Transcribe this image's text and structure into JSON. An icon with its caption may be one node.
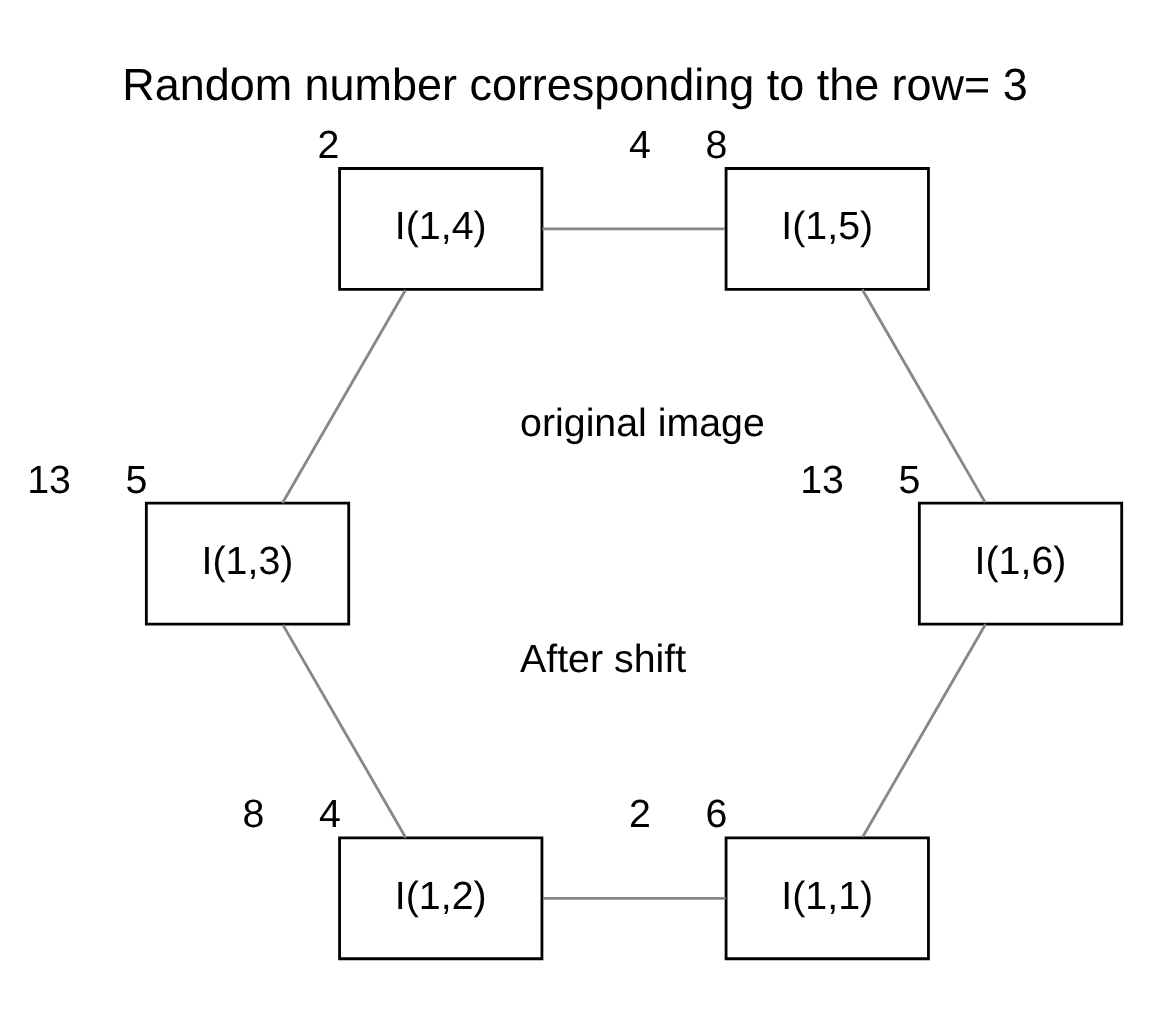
{
  "diagram": {
    "title": "Random number corresponding to the row= 3",
    "nodes": [
      {
        "text": [
          "I(1,1)"
        ],
        "beside": [
          "2",
          "6"
        ]
      },
      {
        "text": [
          "I(1,2)"
        ],
        "beside": [
          "8",
          "4"
        ]
      },
      {
        "text": [
          "I(1,3)"
        ],
        "beside": [
          "13",
          "5"
        ]
      },
      {
        "text": [
          "I(1,4)"
        ],
        "beside": [
          "2"
        ]
      },
      {
        "text": [
          "I(1,5)"
        ],
        "beside": [
          "4",
          "8"
        ]
      },
      {
        "text": [
          "I(1,6)"
        ],
        "beside": [
          "13",
          "5"
        ]
      }
    ],
    "edges": [
      {
        "from": 0,
        "to": 1,
        "arrow": "none"
      },
      {
        "from": 1,
        "to": 2,
        "arrow": "none"
      },
      {
        "from": 2,
        "to": 3,
        "arrow": "none"
      },
      {
        "from": 3,
        "to": 4,
        "arrow": "none"
      },
      {
        "from": 4,
        "to": 5,
        "arrow": "none"
      },
      {
        "from": 5,
        "to": 0,
        "arrow": "none"
      }
    ],
    "labels": [
      "After shift",
      "original image"
    ]
  }
}
